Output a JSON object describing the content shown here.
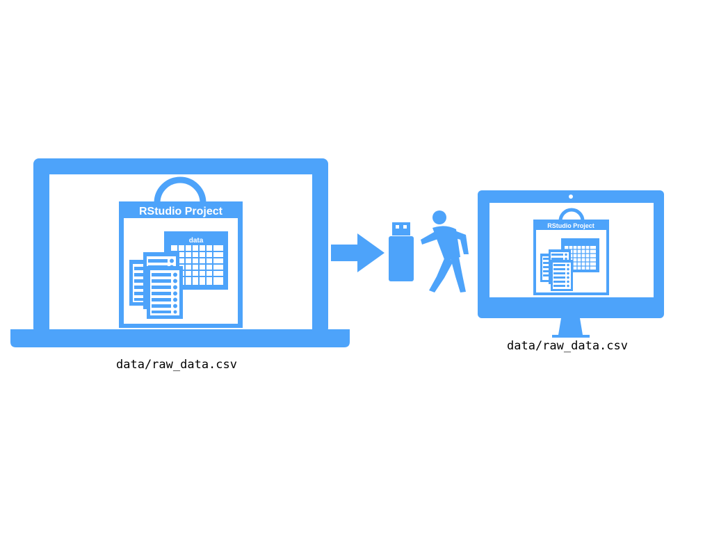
{
  "colors": {
    "accent": "#4da3fa",
    "background": "#ffffff",
    "text": "#000000"
  },
  "laptop": {
    "project_title": "RStudio Project",
    "folder_label": "data",
    "file_path": "data/raw_data.csv"
  },
  "desktop": {
    "project_title": "RStudio Project",
    "file_path": "data/raw_data.csv"
  },
  "transfer": {
    "icons": [
      "arrow-right-icon",
      "usb-drive-icon",
      "walking-person-icon"
    ]
  }
}
